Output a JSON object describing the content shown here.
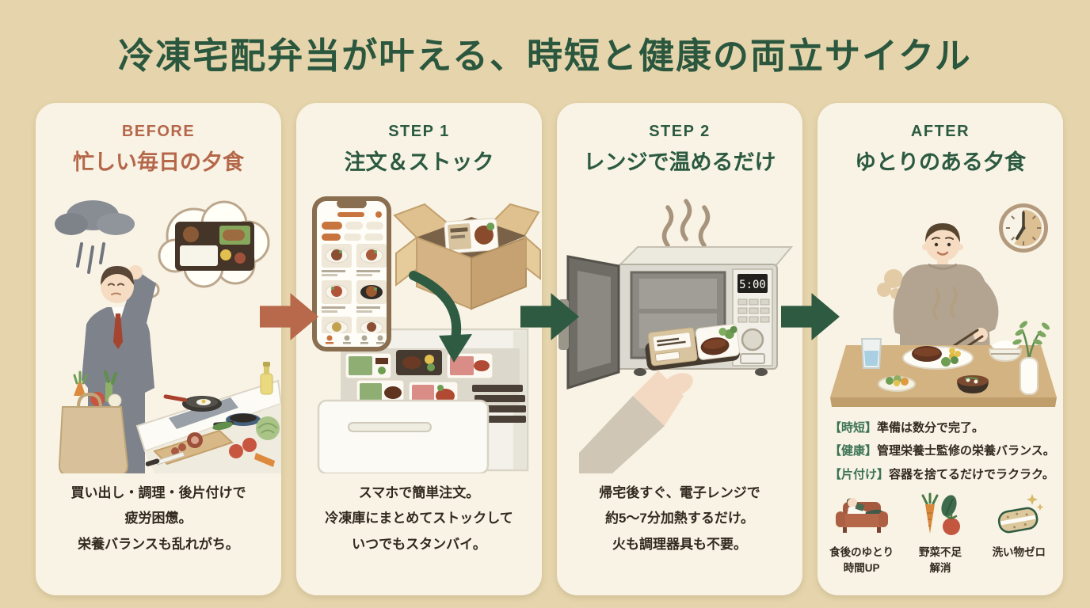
{
  "title": "冷凍宅配弁当が叶える、時短と健康の両立サイクル",
  "panels": [
    {
      "label": "BEFORE",
      "heading": "忙しい毎日の夕食",
      "caption": [
        "買い出し・調理・後片付けで",
        "疲労困憊。",
        "栄養バランスも乱れがち。"
      ]
    },
    {
      "label": "STEP 1",
      "heading": "注文＆ストック",
      "caption": [
        "スマホで簡単注文。",
        "冷凍庫にまとめてストックして",
        "いつでもスタンバイ。"
      ]
    },
    {
      "label": "STEP 2",
      "heading": "レンジで温めるだけ",
      "caption": [
        "帰宅後すぐ、電子レンジで",
        "約5〜7分加熱するだけ。",
        "火も調理器具も不要。"
      ],
      "microwave_display": "5:00"
    },
    {
      "label": "AFTER",
      "heading": "ゆとりのある夕食",
      "benefits": [
        {
          "tag": "【時短】",
          "text": "準備は数分で完了。"
        },
        {
          "tag": "【健康】",
          "text": "管理栄養士監修の栄養バランス。"
        },
        {
          "tag": "【片付け】",
          "text": "容器を捨てるだけでラクラク。"
        }
      ],
      "perks": [
        {
          "icon": "sofa-relax-icon",
          "line1": "食後のゆとり",
          "line2": "時間UP"
        },
        {
          "icon": "vegetables-icon",
          "line1": "野菜不足",
          "line2": "解消"
        },
        {
          "icon": "sponge-icon",
          "line1": "洗い物ゼロ",
          "line2": ""
        }
      ]
    }
  ],
  "colors": {
    "background": "#e6d5ac",
    "panel": "#f8f3e5",
    "title_green": "#2a573e",
    "accent_terracotta": "#b5674a",
    "accent_green": "#2c5a41",
    "benefit_tag_green": "#3c7354",
    "text_dark": "#32291f",
    "arrow_terracotta": "#b8694b",
    "arrow_green": "#2d5a41"
  }
}
